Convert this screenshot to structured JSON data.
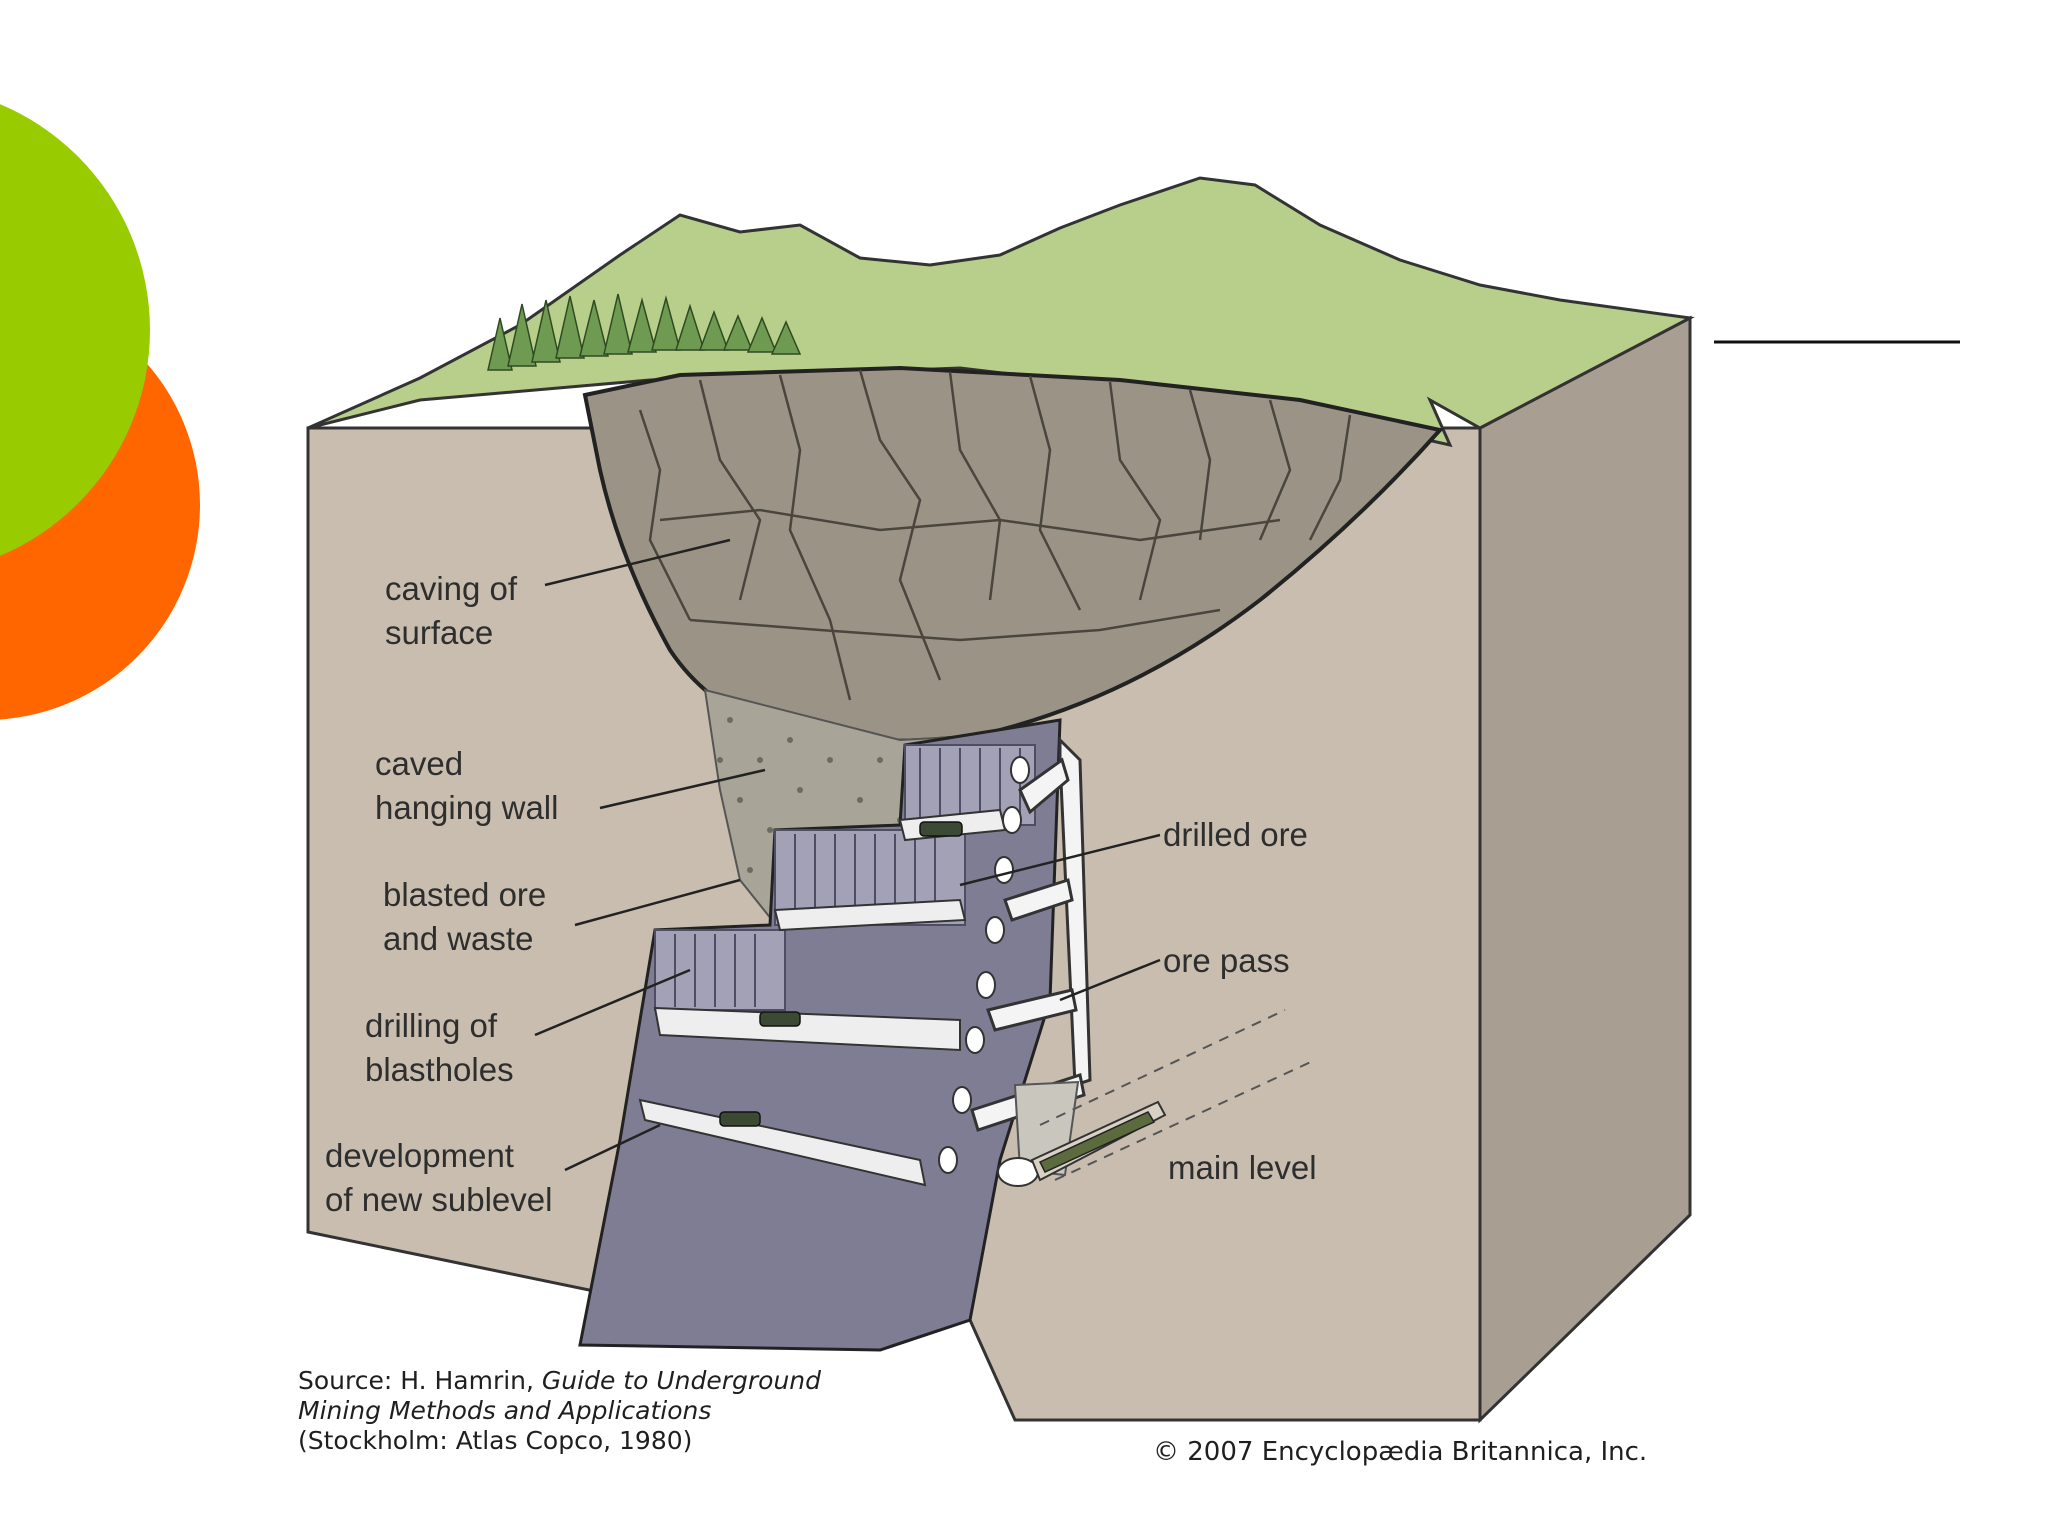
{
  "labels": {
    "caving_of_surface": [
      "caving of",
      "surface"
    ],
    "caved_hanging_wall": [
      "caved",
      "hanging wall"
    ],
    "blasted_ore_and_waste": [
      "blasted ore",
      "and waste"
    ],
    "drilling_of_blastholes": [
      "drilling of",
      "blastholes"
    ],
    "development_of_new_sublevel": [
      "development",
      "of new sublevel"
    ],
    "drilled_ore": "drilled ore",
    "ore_pass": "ore pass",
    "main_level": "main level"
  },
  "source": {
    "prefix": "Source: H. Hamrin, ",
    "title_line1": "Guide to Underground",
    "title_line2": "Mining Methods and Applications",
    "publisher": "(Stockholm: Atlas Copco, 1980)"
  },
  "copyright": "© 2007 Encyclopædia Britannica, Inc.",
  "colors": {
    "green_circle": "#99cc00",
    "orange_circle": "#ff6600",
    "ground": "#c8bdae",
    "ground_side": "#a89e92",
    "grass": "#b7cf8a",
    "ore_body": "#7f7d94",
    "rubble": "#8f8b7e"
  }
}
